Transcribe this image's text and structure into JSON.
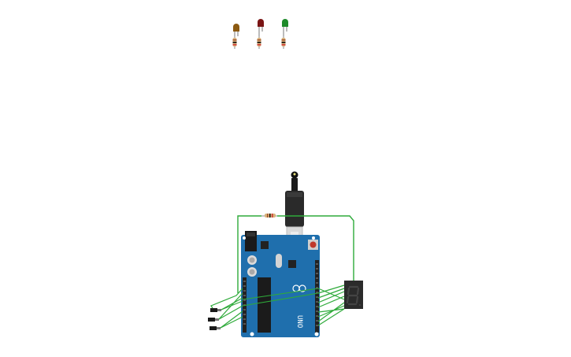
{
  "board": {
    "brand_text": "UNO",
    "color": "#1f6fad"
  },
  "components": {
    "leds": [
      {
        "name": "yellow",
        "color": "#8c5a12"
      },
      {
        "name": "red",
        "color": "#7a1414"
      },
      {
        "name": "green",
        "color": "#1e8a2a"
      }
    ],
    "display_color": "#2b2b2b",
    "wire_color": "#2eaa3a"
  }
}
